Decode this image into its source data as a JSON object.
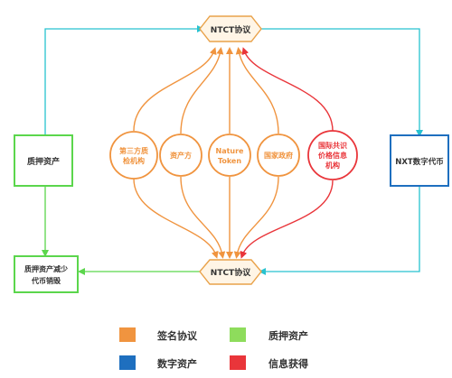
{
  "nodes": {
    "top_protocol": "NTCT协议",
    "bottom_protocol": "NTCT协议",
    "collateral": "质押资产",
    "nxt": "NXT数字代币",
    "reduce": [
      "质押资产减少",
      "代币销毁"
    ]
  },
  "middle": {
    "third_party": [
      "第三方质",
      "检机构"
    ],
    "asset_party": [
      "资产方"
    ],
    "nature_token": [
      "Nature",
      "Token"
    ],
    "gov": [
      "国家政府"
    ],
    "intl": [
      "国际共识",
      "价格信息",
      "机构"
    ]
  },
  "legend": {
    "sign": "签名协议",
    "collateral": "质押资产",
    "digital": "数字资产",
    "info": "信息获得"
  },
  "colors": {
    "orange": "#F0943F",
    "red": "#E9353A",
    "green": "#5BD64C",
    "blue": "#1E6FBF",
    "cyan": "#27C2D0",
    "hex_fill": "#FFF5E6",
    "hex_stroke": "#E9A24A"
  }
}
